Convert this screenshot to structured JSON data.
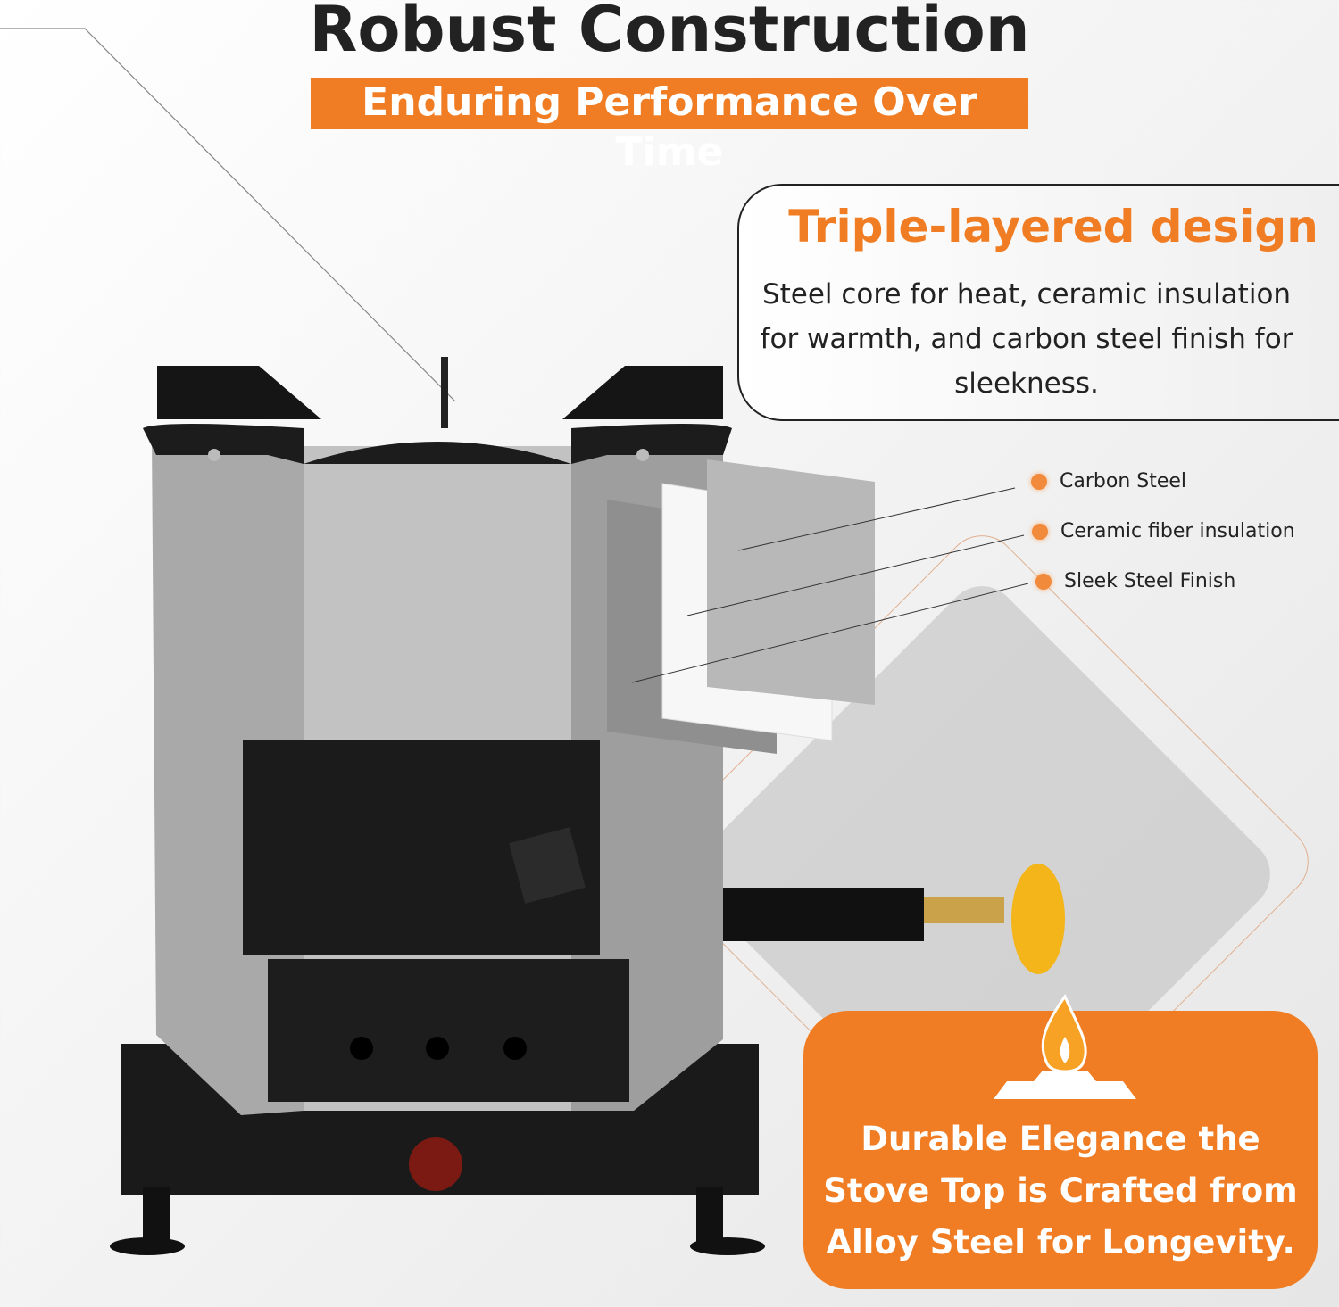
{
  "header": {
    "title": "Robust Construction",
    "subtitle": "Enduring Performance Over Time"
  },
  "info": {
    "title": "Triple-layered design",
    "body": "Steel core for heat, ceramic insulation for warmth, and carbon steel finish for sleekness."
  },
  "layers": [
    {
      "label": "Carbon Steel"
    },
    {
      "label": "Ceramic fiber insulation"
    },
    {
      "label": "Sleek Steel Finish"
    }
  ],
  "badge": {
    "icon": "flame-burner-icon",
    "text": "Durable Elegance the Stove Top is Crafted from Alloy Steel for Longevity."
  },
  "colors": {
    "accent": "#f07d23"
  }
}
